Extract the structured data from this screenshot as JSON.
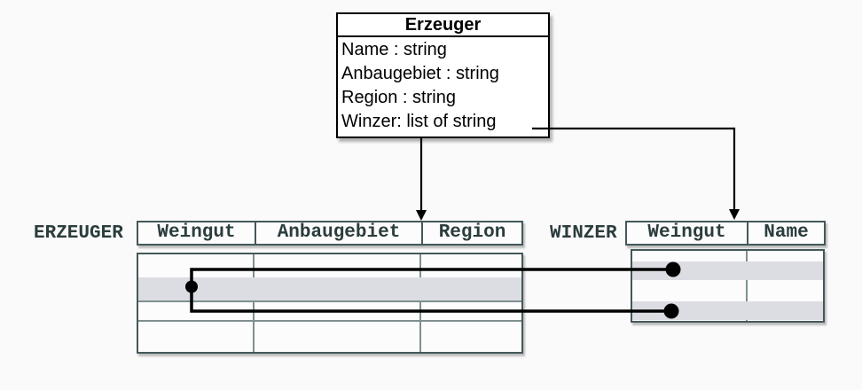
{
  "class_box": {
    "title": "Erzeuger",
    "attributes": [
      "Name : string",
      "Anbaugebiet : string",
      "Region : string",
      "Winzer: list of string"
    ]
  },
  "tables": {
    "erzeuger": {
      "label": "ERZEUGER",
      "columns": [
        "Weingut",
        "Anbaugebiet",
        "Region"
      ],
      "row_count": 4,
      "highlighted_row_index": 2
    },
    "winzer": {
      "label": "WINZER",
      "columns": [
        "Weingut",
        "Name"
      ],
      "row_count": 4,
      "highlighted_row_indexes": [
        2,
        4
      ]
    }
  },
  "relations": {
    "links": [
      {
        "from_table": "ERZEUGER",
        "from_row": 2,
        "to_table": "WINZER",
        "to_row": 2
      },
      {
        "from_table": "ERZEUGER",
        "from_row": 2,
        "to_table": "WINZER",
        "to_row": 4
      }
    ]
  },
  "colors": {
    "background": "#fafafa",
    "class_box_border": "#000000",
    "table_border": "#44585a",
    "grid_line": "#7f9090",
    "highlight_band": "#dcdde2",
    "header_text": "#2b3c3d",
    "connector": "#000000"
  }
}
